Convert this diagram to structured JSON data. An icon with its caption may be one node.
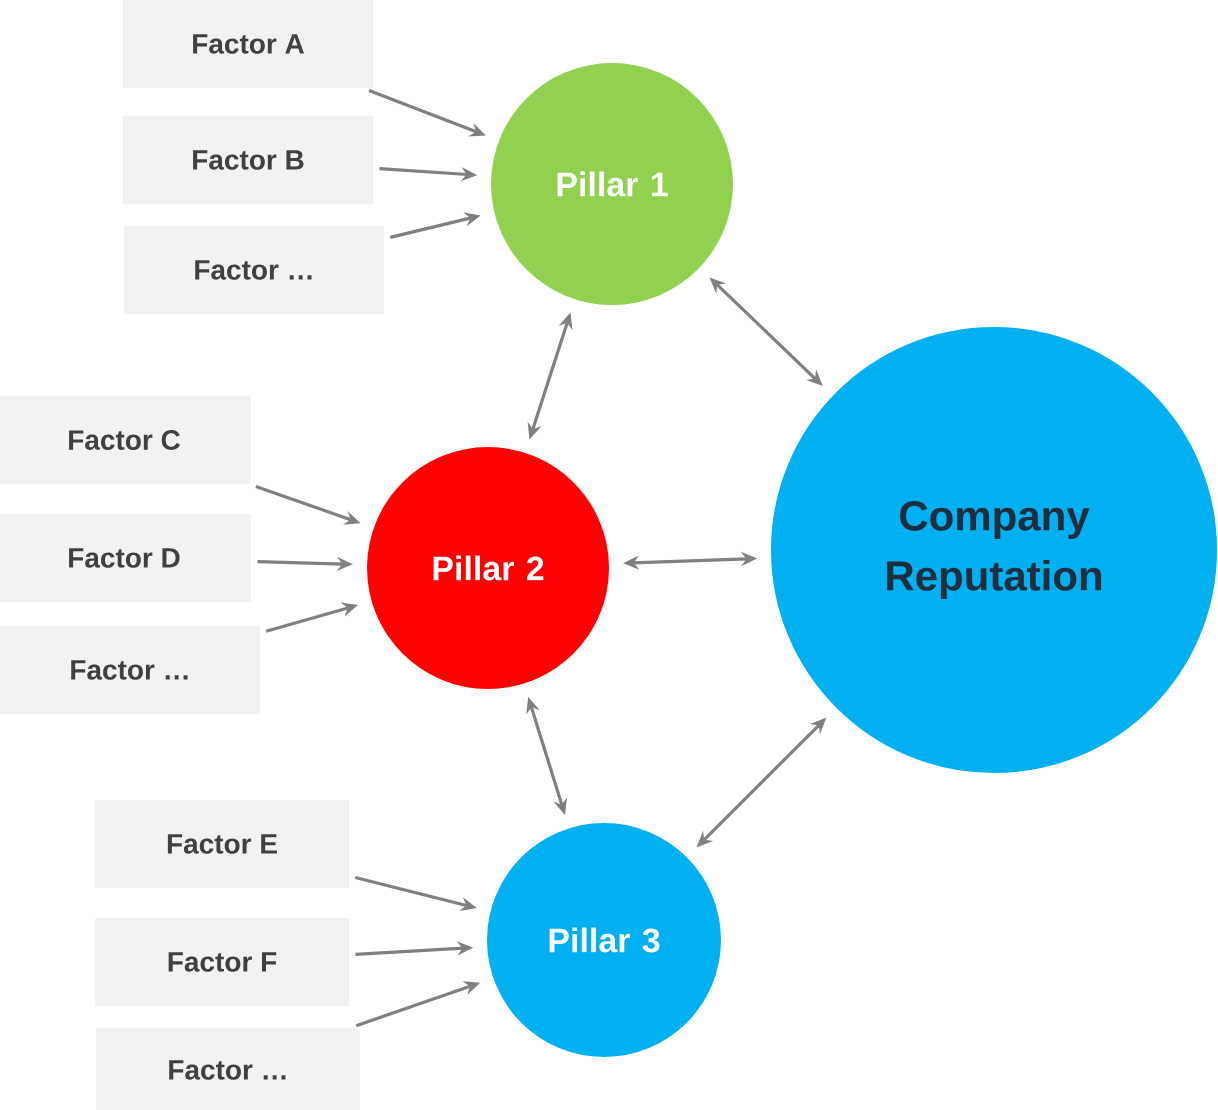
{
  "diagram": {
    "nodes": [
      {
        "text": [
          "Factor A"
        ]
      },
      {
        "text": [
          "Factor B"
        ]
      },
      {
        "text": [
          "Factor …"
        ]
      },
      {
        "text": [
          "Pillar 1"
        ]
      },
      {
        "text": [
          "Factor C"
        ]
      },
      {
        "text": [
          "Factor D"
        ]
      },
      {
        "text": [
          "Factor …"
        ]
      },
      {
        "text": [
          "Pillar 2"
        ]
      },
      {
        "text": [
          "Company Reputation"
        ]
      },
      {
        "text": [
          "Factor E"
        ]
      },
      {
        "text": [
          "Factor F"
        ]
      },
      {
        "text": [
          "Factor …"
        ]
      },
      {
        "text": [
          "Pillar 3"
        ]
      }
    ],
    "edges": [
      {
        "from": 0,
        "to": 3,
        "arrow": "to"
      },
      {
        "from": 1,
        "to": 3,
        "arrow": "to"
      },
      {
        "from": 2,
        "to": 3,
        "arrow": "to"
      },
      {
        "from": 4,
        "to": 7,
        "arrow": "to"
      },
      {
        "from": 5,
        "to": 7,
        "arrow": "to"
      },
      {
        "from": 6,
        "to": 7,
        "arrow": "to"
      },
      {
        "from": 9,
        "to": 12,
        "arrow": "to"
      },
      {
        "from": 10,
        "to": 12,
        "arrow": "to"
      },
      {
        "from": 11,
        "to": 12,
        "arrow": "to"
      },
      {
        "from": 3,
        "to": 7,
        "arrow": "both"
      },
      {
        "from": 7,
        "to": 12,
        "arrow": "both"
      },
      {
        "from": 3,
        "to": 8,
        "arrow": "both"
      },
      {
        "from": 7,
        "to": 8,
        "arrow": "both"
      },
      {
        "from": 12,
        "to": 8,
        "arrow": "both"
      }
    ]
  }
}
